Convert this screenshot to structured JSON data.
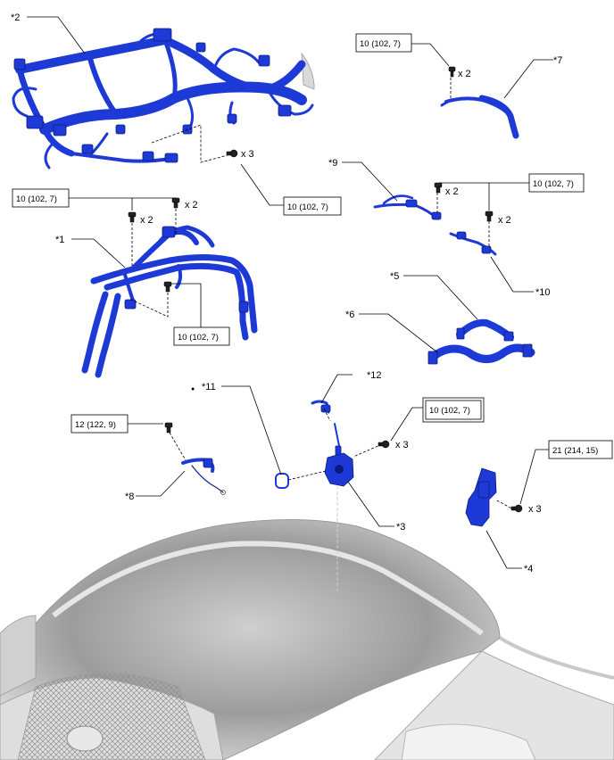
{
  "callouts": {
    "c1": "*1",
    "c2": "*2",
    "c3": "*3",
    "c4": "*4",
    "c5": "*5",
    "c6": "*6",
    "c7": "*7",
    "c8": "*8",
    "c9": "*9",
    "c10": "*10",
    "c11": "*11",
    "c12": "*12",
    "bullet": "●"
  },
  "torque": {
    "t_7_top": "10 (102, 7)",
    "t_2_mid": "10 (102, 7)",
    "t_1_left": "10 (102, 7)",
    "t_1_low": "10 (102, 7)",
    "t_9_right": "10 (102, 7)",
    "t_3_right": "10 (102, 7)",
    "t_8": "12 (122, 9)",
    "t_4": "21 (214, 15)"
  },
  "qty": {
    "q_7": "x 2",
    "q_2": "x 3",
    "q_1a": "x 2",
    "q_1b": "x 2",
    "q_9a": "x 2",
    "q_9b": "x 2",
    "q_3": "x 3",
    "q_4": "x 3"
  },
  "colors": {
    "part": "#1e3ad6",
    "part_dark": "#0b1a7a",
    "vehicle": "#b9b9b9"
  }
}
